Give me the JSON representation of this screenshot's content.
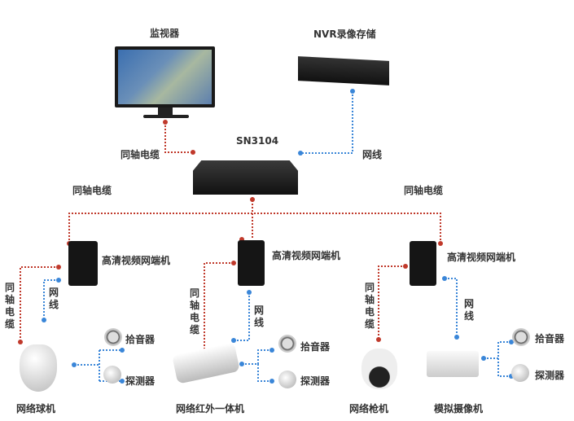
{
  "top": {
    "monitor_label": "监视器",
    "nvr_label": "NVR录像存储",
    "switch_label": "SN3104",
    "left_cable_label": "同轴电缆",
    "right_cable_label": "网线"
  },
  "bus": {
    "left_label": "同轴电缆",
    "right_label": "同轴电缆"
  },
  "nodes": [
    {
      "terminal_label": "高清视频网端机",
      "coax_label": "同轴电缆",
      "net_label": "网线",
      "camera_label": "网络球机",
      "mic_label": "拾音器",
      "detector_label": "探测器"
    },
    {
      "terminal_label": "高清视频网端机",
      "coax_label": "同轴电缆",
      "net_label": "网线",
      "camera_label": "网络红外一体机",
      "mic_label": "拾音器",
      "detector_label": "探测器"
    },
    {
      "terminal_label": "高清视频网端机",
      "coax_label": "同轴电缆",
      "net_label": "网线",
      "camera_label": "模拟摄像机",
      "camera2_label": "网络枪机",
      "mic_label": "拾音器",
      "detector_label": "探测器"
    }
  ],
  "colors": {
    "coax": "#c0392b",
    "network": "#3a86d8",
    "device": "#1a1a1a"
  }
}
